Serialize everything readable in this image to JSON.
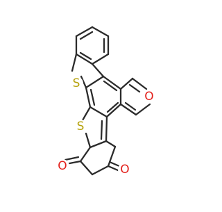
{
  "colors": {
    "bond": "#2b2b2b",
    "S": "#b5a10a",
    "O": "#e3201b",
    "background": "#ffffff"
  },
  "atoms": [
    {
      "symbol": "S",
      "element": "S",
      "name": "atom-sulfur-upper"
    },
    {
      "symbol": "S",
      "element": "S",
      "name": "atom-sulfur-lower"
    },
    {
      "symbol": "O",
      "element": "O",
      "name": "atom-oxygen-furan"
    },
    {
      "symbol": "O",
      "element": "O",
      "name": "atom-oxygen-ketone-left"
    },
    {
      "symbol": "O",
      "element": "O",
      "name": "atom-oxygen-ketone-right"
    }
  ]
}
